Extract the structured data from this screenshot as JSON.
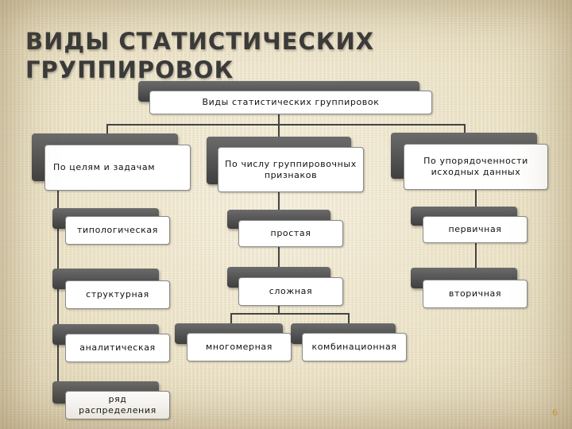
{
  "slide": {
    "title_lines": [
      "ВИДЫ СТАТИСТИЧЕСКИХ",
      "ГРУППИРОВОК"
    ],
    "page_number": "6"
  },
  "diagram": {
    "root": "Виды статистических группировок",
    "branches": [
      {
        "label": "По целям и задачам",
        "children": [
          "типологическая",
          "структурная",
          "аналитическая",
          "ряд распределения"
        ]
      },
      {
        "label": "По числу группировочных признаков",
        "children": [
          "простая",
          "сложная"
        ],
        "sub_children": [
          "многомерная",
          "комбинационная"
        ]
      },
      {
        "label": "По упорядоченности исходных данных",
        "children": [
          "первичная",
          "вторичная"
        ]
      }
    ]
  }
}
